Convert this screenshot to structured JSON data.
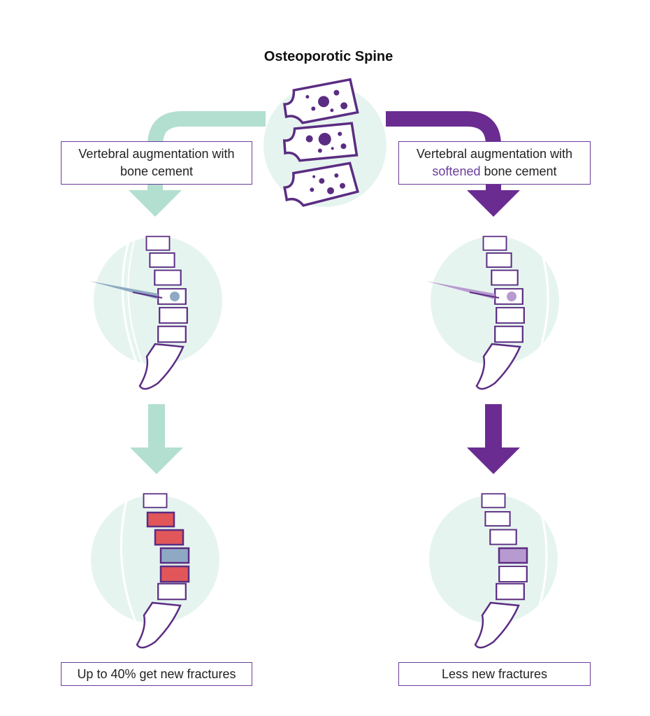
{
  "title": "Osteoporotic Spine",
  "left_label": {
    "line1": "Vertebral augmentation with",
    "line2": "bone cement"
  },
  "right_label": {
    "line1": "Vertebral augmentation with",
    "line2_highlight": "softened",
    "line2_rest": " bone cement"
  },
  "left_outcome": "Up to 40% get new fractures",
  "right_outcome": "Less new fractures",
  "colors": {
    "mint": "#b2dfd0",
    "mint_light": "#e6f4ef",
    "purple": "#6a2c91",
    "purple_light": "#b79ad0",
    "fracture_red": "#e15759",
    "cement_blue": "#8fa9c4"
  }
}
